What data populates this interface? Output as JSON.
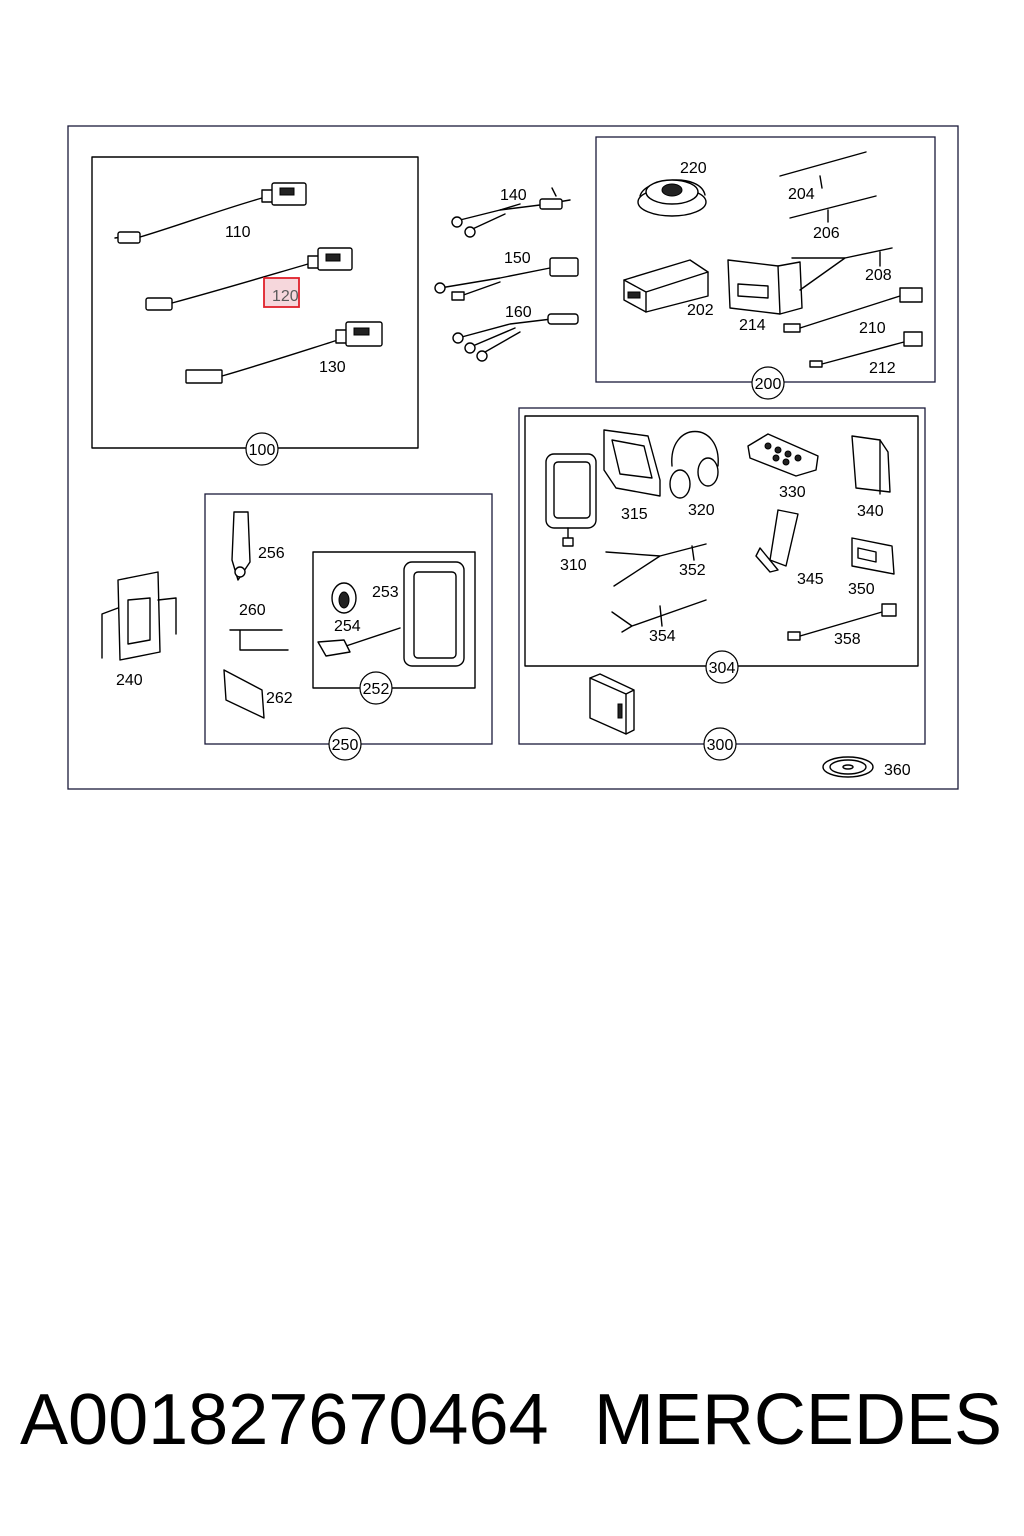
{
  "diagram": {
    "callouts": {
      "c100": "100",
      "c110": "110",
      "c120": "120",
      "c130": "130",
      "c140": "140",
      "c150": "150",
      "c160": "160",
      "c200": "200",
      "c202": "202",
      "c204": "204",
      "c206": "206",
      "c208": "208",
      "c210": "210",
      "c212": "212",
      "c214": "214",
      "c220": "220",
      "c240": "240",
      "c250": "250",
      "c252": "252",
      "c253": "253",
      "c254": "254",
      "c256": "256",
      "c260": "260",
      "c262": "262",
      "c300": "300",
      "c304": "304",
      "c310": "310",
      "c315": "315",
      "c320": "320",
      "c330": "330",
      "c340": "340",
      "c345": "345",
      "c350": "350",
      "c352": "352",
      "c354": "354",
      "c358": "358",
      "c360": "360"
    },
    "highlighted_callout": "120",
    "highlight_color": "#e0202a",
    "frame_color": "#1a1a3a"
  },
  "caption": {
    "part_number": "A001827670464",
    "brand": "MERCEDES"
  }
}
